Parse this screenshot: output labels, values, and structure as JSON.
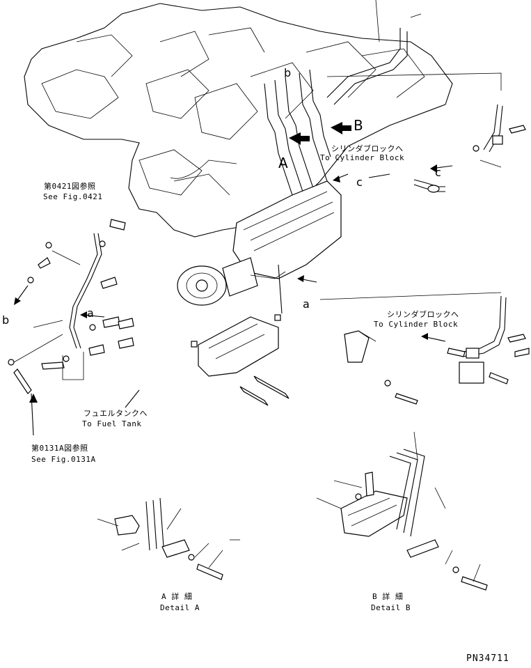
{
  "labels": {
    "callout_A": "A",
    "callout_B": "B",
    "callout_b_top": "b",
    "callout_c_top": "c",
    "callout_c_right": "c",
    "callout_a_mid": "a",
    "callout_a_left": "a",
    "callout_b_left": "b",
    "cyl_block_top_jp": "シリンダブロックへ",
    "cyl_block_top_en": "To Cylinder Block",
    "cyl_block_mid_jp": "シリンダブロックへ",
    "cyl_block_mid_en": "To Cylinder Block",
    "fig0421_jp": "第0421図参照",
    "fig0421_en": "See Fig.0421",
    "fuel_tank_jp": "フュエルタンクへ",
    "fuel_tank_en": "To Fuel Tank",
    "fig0131a_jp": "第0131A図参照",
    "fig0131a_en": "See Fig.0131A",
    "detailA_jp": "A 詳 細",
    "detailA_en": "Detail A",
    "detailB_jp": "B 詳 細",
    "detailB_en": "Detail B",
    "part_number": "PN34711"
  },
  "icons": [
    "arrow-icon"
  ]
}
